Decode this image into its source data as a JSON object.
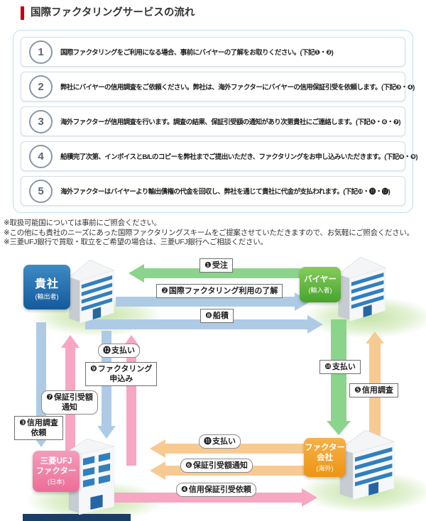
{
  "header": {
    "title": "国際ファクタリングサービスの流れ"
  },
  "steps": [
    {
      "num": "1",
      "text": "国際ファクタリングをご利用になる場合、事前にバイヤーの了解をお取りください。(下記❶・❷)"
    },
    {
      "num": "2",
      "text": "弊社にバイヤーの信用調査をご依頼ください。弊社は、海外ファクターにバイヤーの信用保証引受を依頼します。(下記❸・❹)"
    },
    {
      "num": "3",
      "text": "海外ファクターが信用調査を行います。調査の結果、保証引受額の通知があり次第貴社にご連絡します。(下記❺・❻・❼)"
    },
    {
      "num": "4",
      "text": "船積完了次第、インボイスとB/Lのコピーを弊社までご提出いただき、ファクタリングをお申し込みいただきます。(下記❽・❾)"
    },
    {
      "num": "5",
      "text": "海外ファクターはバイヤーより輸出債権の代金を回収し、弊社を通じて貴社に代金が支払われます。(下記❿・⓫・⓬)"
    }
  ],
  "notes": {
    "n1": "※取扱可能国については事前にご照会ください。",
    "n2": "※この他にも貴社のニーズにあった国際ファクタリングスキームをご提案させていただきますので、お気軽にご照会ください。",
    "n3": "※三菱UFJ銀行で買取・取立をご希望の場合は、三菱UFJ銀行へご相談ください。"
  },
  "diagram": {
    "entities": {
      "your_company": {
        "name": "貴社",
        "sub": "(輸出者)",
        "color": "#1E69AC"
      },
      "buyer": {
        "name": "バイヤー",
        "sub": "(輸入者)",
        "color": "#55AC35"
      },
      "mufj_factor": {
        "name1": "三菱UFJ",
        "name2": "ファクター",
        "sub": "(日本)",
        "color": "#EE7CA3"
      },
      "factor_company": {
        "name1": "ファクター",
        "name2": "会社",
        "sub": "(海外)",
        "color": "#F09C18"
      }
    },
    "flows": {
      "f1": {
        "num": "❶",
        "text": "受注"
      },
      "f2": {
        "num": "❷",
        "text": "国際ファクタリング利用の了解"
      },
      "f3": {
        "num": "❸",
        "text": "信用調査",
        "text2": "依頼"
      },
      "f4": {
        "num": "❹",
        "text": "信用保証引受依頼"
      },
      "f5": {
        "num": "❺",
        "text": "信用調査"
      },
      "f6": {
        "num": "❻",
        "text": "保証引受額通知"
      },
      "f7": {
        "num": "❼",
        "text": "保証引受額",
        "text2": "通知"
      },
      "f8": {
        "num": "❽",
        "text": "船積"
      },
      "f9": {
        "num": "❾",
        "text": "ファクタリング",
        "text2": "申込み"
      },
      "f10": {
        "num": "❿",
        "text": "支払い"
      },
      "f11": {
        "num": "⓫",
        "text": "支払い"
      },
      "f12": {
        "num": "⓬",
        "text": "支払い"
      }
    },
    "arrow_colors": {
      "green": "#8BD48B",
      "blue": "#AECBE6",
      "pink": "#F7A6C3",
      "orange": "#F7CA92"
    }
  }
}
